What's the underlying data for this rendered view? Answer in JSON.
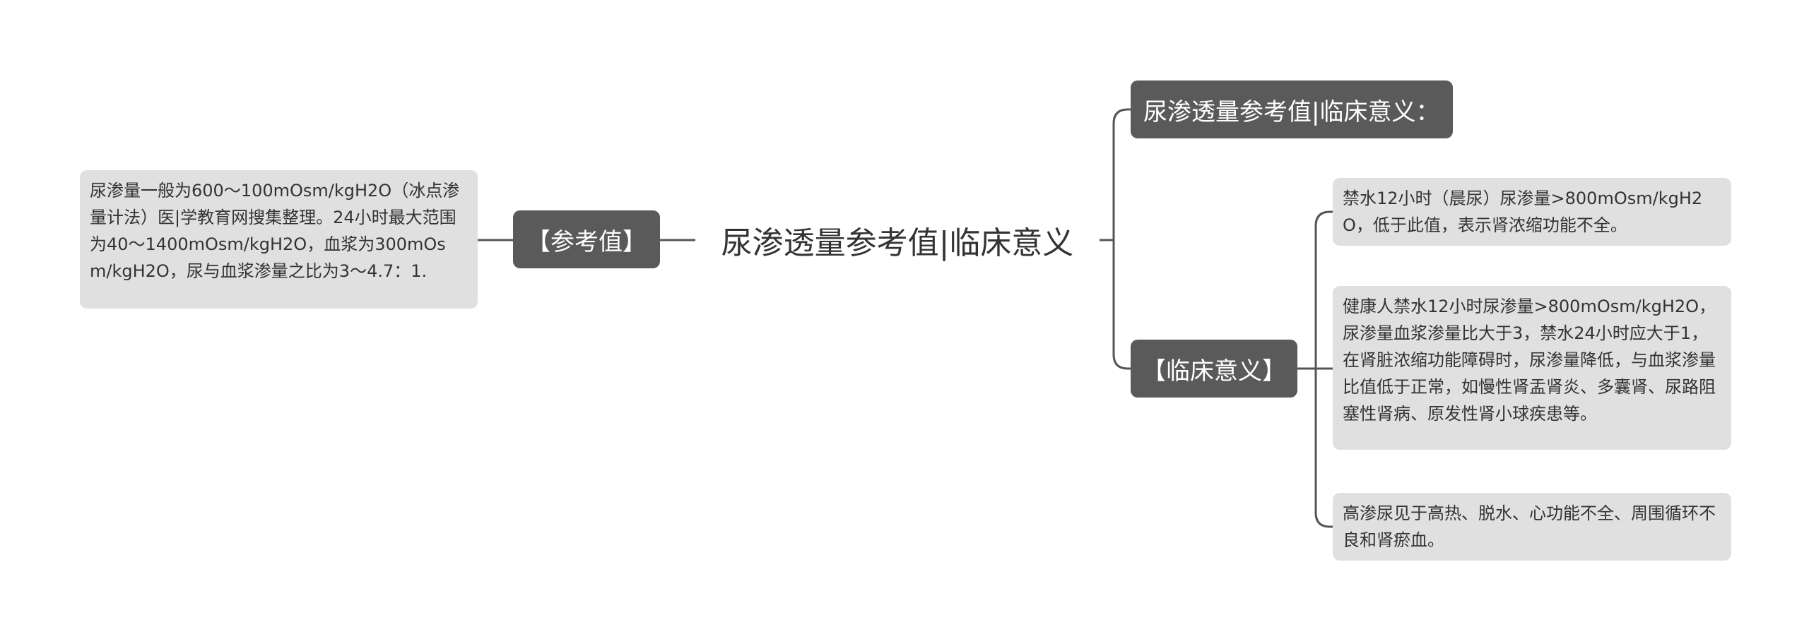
{
  "mindmap": {
    "root": {
      "title": "尿渗透量参考值|临床意义"
    },
    "left_branch": {
      "label": "【参考值】",
      "leaf": "尿渗量一般为600～100mOsm/kgH2O（冰点渗量计法）医|学教育网搜集整理。24小时最大范围为40～1400mOsm/kgH2O，血浆为300mOsm/kgH2O，尿与血浆渗量之比为3～4.7：1."
    },
    "right_top_branch": {
      "label": "尿渗透量参考值|临床意义："
    },
    "clinic_branch": {
      "label": "【临床意义】",
      "leaves": [
        "禁水12小时（晨尿）尿渗量>800mOsm/kgH2O，低于此值，表示肾浓缩功能不全。",
        "健康人禁水12小时尿渗量>800mOsm/kgH2O，尿渗量血浆渗量比大于3，禁水24小时应大于1，在肾脏浓缩功能障碍时，尿渗量降低，与血浆渗量比值低于正常，如慢性肾盂肾炎、多囊肾、尿路阻塞性肾病、原发性肾小球疾患等。",
        "高渗尿见于高热、脱水、心功能不全、周围循环不良和肾瘀血。"
      ]
    },
    "colors": {
      "connector": "#555555",
      "branch_fill": "#5a5a5a",
      "leaf_fill": "#e0e0e0",
      "text_dark": "#333333"
    }
  }
}
